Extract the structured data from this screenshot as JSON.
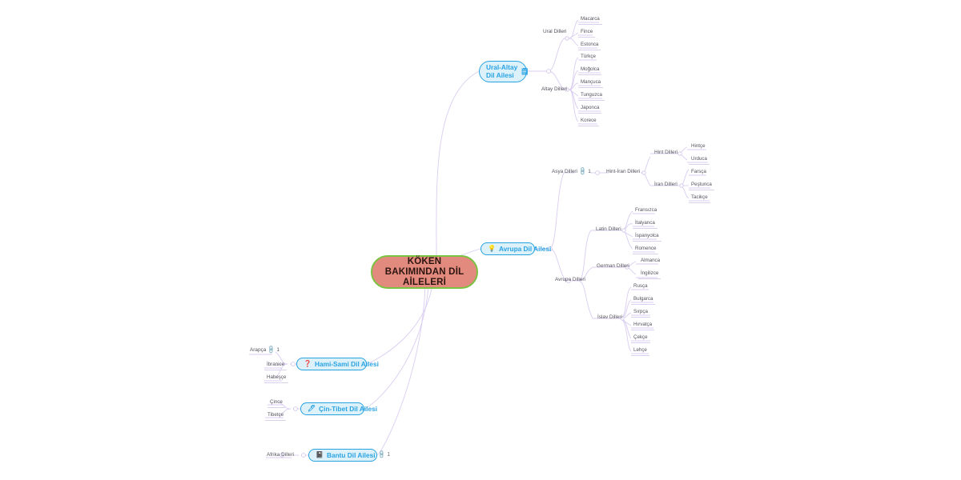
{
  "title": "KÖKEN BAKIMINDAN DİL AİLELERİ",
  "colors": {
    "central_fill": "#e28a7d",
    "central_border": "#7cc242",
    "node_fill": "#ddf1fb",
    "node_border": "#29a3e0",
    "node_text": "#2aa3e2",
    "connector": "#d9cdf0",
    "leaf_text": "#55525e"
  },
  "central": {
    "label": "KÖKEN BAKIMINDAN DİL AİLELERİ"
  },
  "families": [
    {
      "id": "ural-altay",
      "label": "Ural-Altay Dil Ailesi",
      "line1": "Ural-Altay",
      "line2": "Dil Ailesi",
      "icon": "note-icon",
      "icon_glyph": "🗒",
      "children": [
        {
          "label": "Ural Dilleri",
          "leaves": [
            "Macarca",
            "Fince",
            "Estonca"
          ]
        },
        {
          "label": "Altay Dilleri",
          "leaves": [
            "Türkçe",
            "Moğolca",
            "Mançuca",
            "Tunguzca",
            "Japonca",
            "Korece"
          ]
        }
      ]
    },
    {
      "id": "avrupa",
      "label": "Avrupa Dil Ailesi",
      "icon": "bulb-icon",
      "icon_glyph": "💡",
      "children": [
        {
          "label": "Asya Dilleri",
          "badge_icon": "link-icon",
          "badge_count": "1",
          "children": [
            {
              "label": "Hint-İran Dilleri",
              "children": [
                {
                  "label": "Hint Dilleri",
                  "leaves": [
                    "Hintçe",
                    "Urduca"
                  ]
                },
                {
                  "label": "İran Dilleri",
                  "leaves": [
                    "Farsça",
                    "Peştunca",
                    "Tacikçe"
                  ]
                }
              ]
            }
          ]
        },
        {
          "label": "Avrupa Dilleri",
          "children": [
            {
              "label": "Latin Dilleri",
              "leaves": [
                "Fransızca",
                "İtalyanca",
                "İspanyolca",
                "Romence"
              ]
            },
            {
              "label": "German Dilleri",
              "leaves": [
                "Almanca",
                "İngilizce"
              ]
            },
            {
              "label": "İslav Dilleri",
              "leaves": [
                "Rusça",
                "Bulgarca",
                "Sırpça",
                "Hırvatça",
                "Çekçe",
                "Lehçe"
              ]
            }
          ]
        }
      ]
    },
    {
      "id": "hami-sami",
      "label": "Hami-Sami Dil Ailesi",
      "icon": "question-icon",
      "icon_glyph": "❓",
      "children": [
        {
          "label": "Arapça",
          "badge_icon": "link-icon",
          "badge_count": "1"
        },
        {
          "label": "İbranice"
        },
        {
          "label": "Habeşçe"
        }
      ]
    },
    {
      "id": "cin-tibet",
      "label": "Çin-Tibet Dil Ailesi",
      "icon": "pencil-icon",
      "icon_glyph": "🖊",
      "children": [
        {
          "label": "Çince"
        },
        {
          "label": "Tibetçe"
        }
      ]
    },
    {
      "id": "bantu",
      "label": "Bantu Dil Ailesi",
      "icon": "book-icon",
      "icon_glyph": "📓",
      "badge_icon": "link-icon",
      "badge_count": "1",
      "children": [
        {
          "label": "Afrika Dilleri"
        }
      ]
    }
  ],
  "nodes": {
    "ural_dilleri": "Ural Dilleri",
    "altay_dilleri": "Altay Dilleri",
    "asya_dilleri": "Asya Dilleri",
    "asya_count": "1",
    "hint_iran": "Hint-İran Dilleri",
    "hint_dilleri": "Hint Dilleri",
    "iran_dilleri": "İran Dilleri",
    "avrupa_dilleri": "Avrupa Dilleri",
    "latin_dilleri": "Latin Dilleri",
    "german_dilleri": "German Dilleri",
    "islav_dilleri": "İslav Dilleri",
    "arapca": "Arapça",
    "arapca_count": "1",
    "ibranice": "İbranice",
    "habesce": "Habeşçe",
    "cince": "Çince",
    "tibetce": "Tibetçe",
    "afrika_dilleri": "Afrika Dilleri",
    "bantu_count": "1",
    "macarca": "Macarca",
    "fince": "Fince",
    "estonca": "Estonca",
    "turkce": "Türkçe",
    "mogolca": "Moğolca",
    "mancuca": "Mançuca",
    "tunguzca": "Tunguzca",
    "japonca": "Japonca",
    "korece": "Korece",
    "hintce": "Hintçe",
    "urduca": "Urduca",
    "farsca": "Farsça",
    "pestunca": "Peştunca",
    "tacikce": "Tacikçe",
    "fransizca": "Fransızca",
    "italyanca": "İtalyanca",
    "ispanyolca": "İspanyolca",
    "romence": "Romence",
    "almanca": "Almanca",
    "ingilizce": "İngilizce",
    "rusca": "Rusça",
    "bulgarca": "Bulgarca",
    "sirpca": "Sırpça",
    "hirvatca": "Hırvatça",
    "cekce": "Çekçe",
    "lehce": "Lehçe",
    "ural_altay_l1": "Ural-Altay",
    "ural_altay_l2": "Dil Ailesi",
    "avrupa_fam": "Avrupa Dil Ailesi",
    "hami_sami_fam": "Hami-Sami Dil Ailesi",
    "cin_tibet_fam": "Çin-Tibet Dil Ailesi",
    "bantu_fam": "Bantu Dil Ailesi"
  }
}
